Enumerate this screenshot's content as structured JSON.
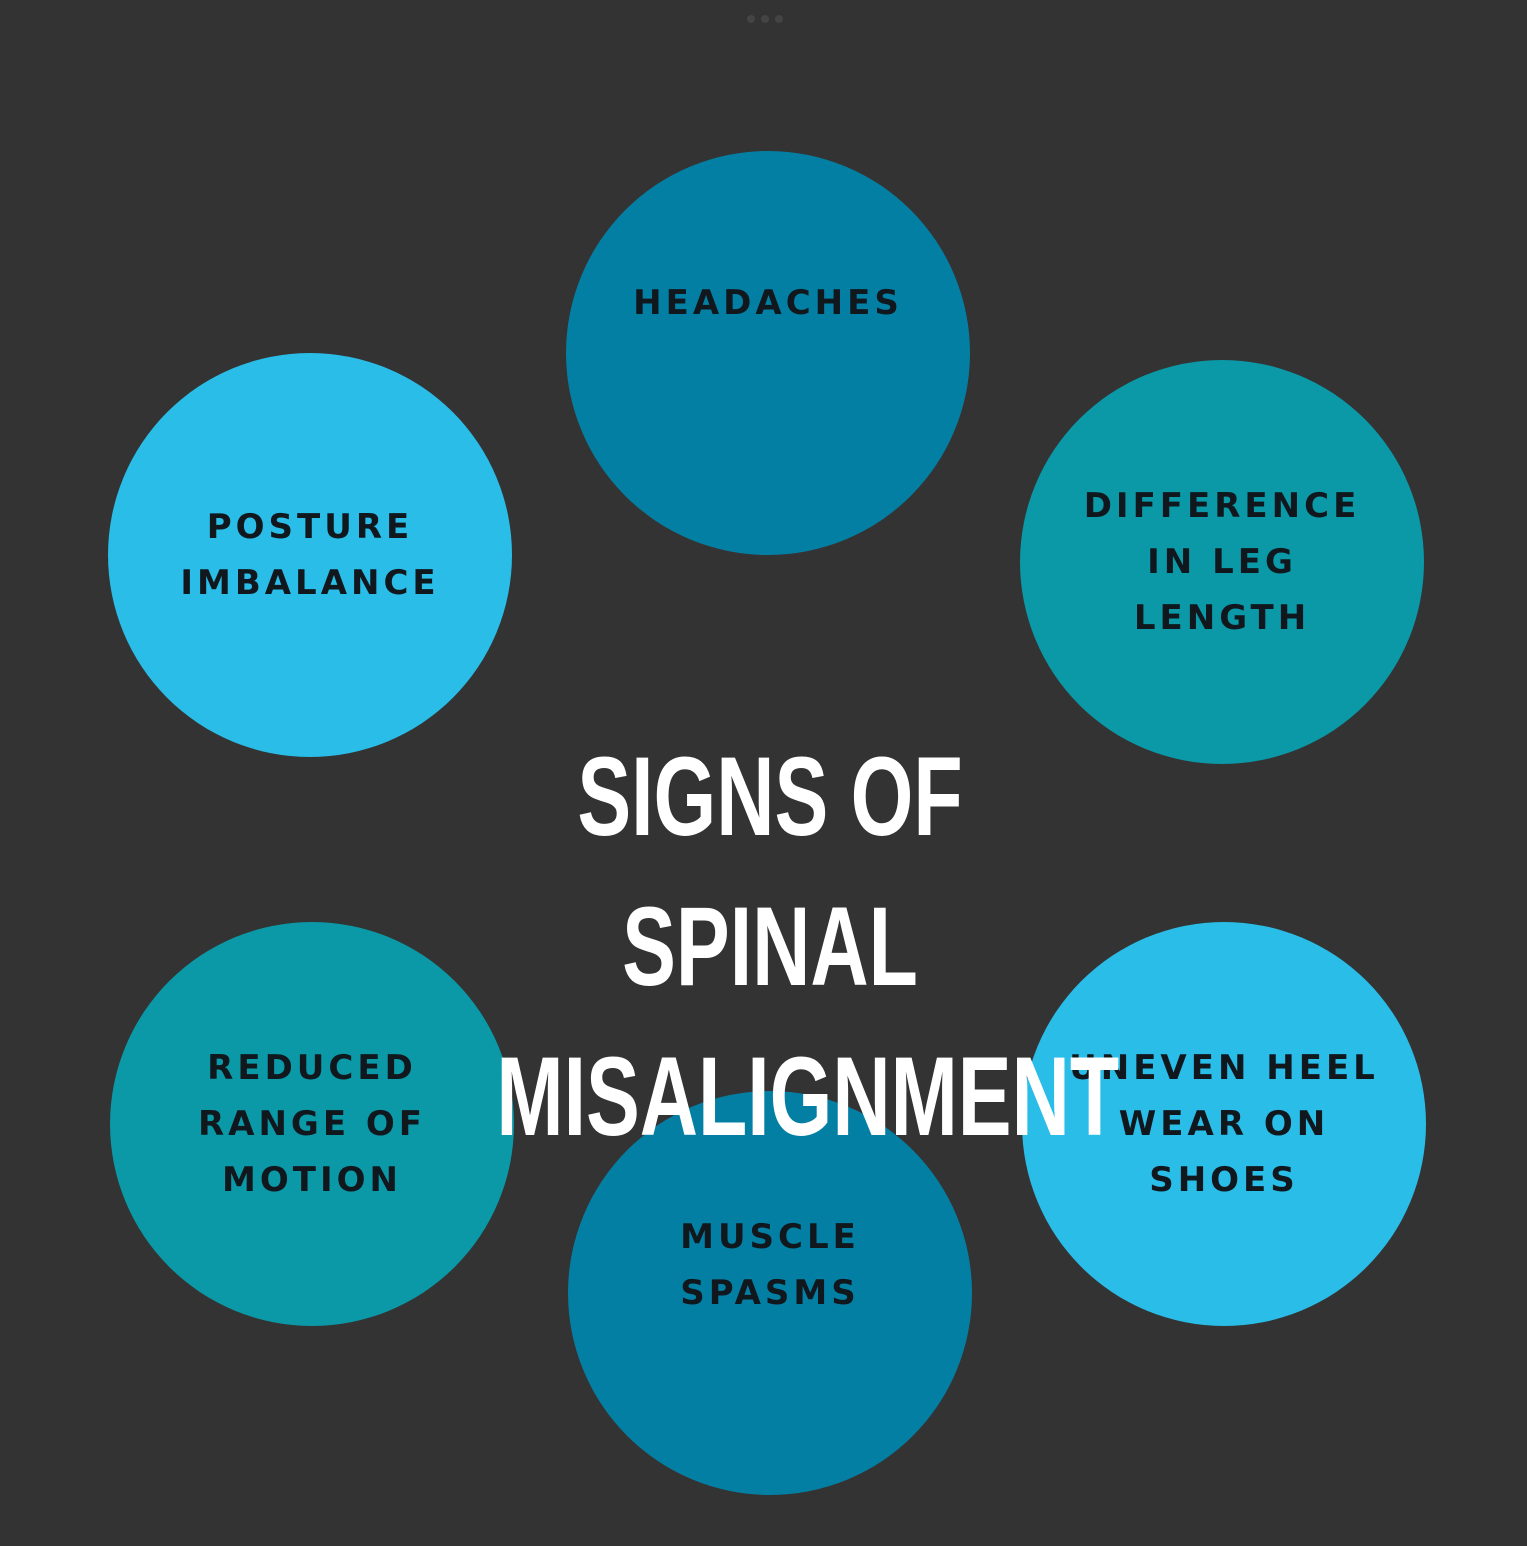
{
  "title": "SIGNS OF SPINAL\nMISALIGNMENT",
  "signs": [
    {
      "id": "headaches",
      "label": "HEADACHES",
      "color": "#047fa4"
    },
    {
      "id": "posture",
      "label": "POSTURE\nIMBALANCE",
      "color": "#29bde8"
    },
    {
      "id": "leg",
      "label": "DIFFERENCE\nIN LEG\nLENGTH",
      "color": "#0b98a7"
    },
    {
      "id": "motion",
      "label": "REDUCED\nRANGE OF\nMOTION",
      "color": "#0b98a7"
    },
    {
      "id": "heel",
      "label": "UNEVEN HEEL\nWEAR ON\nSHOES",
      "color": "#29bde8"
    },
    {
      "id": "spasms",
      "label": "MUSCLE\nSPASMS",
      "color": "#047fa4"
    }
  ],
  "colors": {
    "background": "#333333",
    "title": "#ffffff",
    "label_text": "#10171d"
  }
}
